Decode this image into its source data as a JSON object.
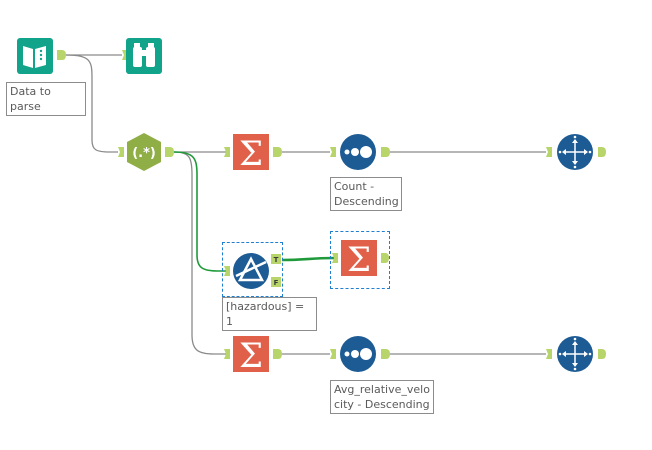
{
  "colors": {
    "input_teal": "#12a38b",
    "browse_teal": "#12a38b",
    "regex_olive": "#8fae46",
    "summarize_orange": "#e0604a",
    "sort_blue": "#1d5b94",
    "filter_blue": "#1d5b94",
    "anchor_green": "#b7d56a",
    "connection_gray": "#8a8a8a",
    "connection_selected": "#1f9a3a"
  },
  "nodes": [
    {
      "id": "input",
      "tool": "input-data",
      "icon": "book-icon",
      "label": "Data to parse"
    },
    {
      "id": "browse1",
      "tool": "browse",
      "icon": "binoculars-icon",
      "label": ""
    },
    {
      "id": "regex",
      "tool": "regex",
      "icon": "regex-icon",
      "glyph": "(.*)",
      "label": ""
    },
    {
      "id": "summ1",
      "tool": "summarize",
      "icon": "sigma-icon",
      "glyph": "Σ",
      "label": ""
    },
    {
      "id": "sort1",
      "tool": "sort",
      "icon": "sort-dots-icon",
      "label": "Count - Descending"
    },
    {
      "id": "out1",
      "tool": "output",
      "icon": "move-arrows-icon",
      "label": ""
    },
    {
      "id": "filter",
      "tool": "filter",
      "icon": "filter-icon",
      "label": "[hazardous] = 1",
      "anchors": {
        "true": "T",
        "false": "F"
      }
    },
    {
      "id": "summ2",
      "tool": "summarize",
      "icon": "sigma-icon",
      "glyph": "Σ",
      "label": ""
    },
    {
      "id": "summ3",
      "tool": "summarize",
      "icon": "sigma-icon",
      "glyph": "Σ",
      "label": ""
    },
    {
      "id": "sort2",
      "tool": "sort",
      "icon": "sort-dots-icon",
      "label": "Avg_relative_velocity - Descending"
    },
    {
      "id": "out2",
      "tool": "output",
      "icon": "move-arrows-icon",
      "label": ""
    }
  ],
  "labels": {
    "input": "Data to parse",
    "sort1": "Count - Descending",
    "filter": "[hazardous] = 1",
    "sort2": "Avg_relative_velocity - Descending"
  },
  "glyphs": {
    "regex": "(.*)",
    "sigma": "Σ",
    "true_anchor": "T",
    "false_anchor": "F"
  },
  "connections": [
    {
      "from": "input",
      "to": "browse1",
      "selected": false
    },
    {
      "from": "input",
      "to": "regex",
      "selected": false
    },
    {
      "from": "regex",
      "to": "summ1",
      "selected": false
    },
    {
      "from": "regex",
      "to": "filter",
      "selected": true
    },
    {
      "from": "regex",
      "to": "summ3",
      "selected": false
    },
    {
      "from": "summ1",
      "to": "sort1",
      "selected": false
    },
    {
      "from": "sort1",
      "to": "out1",
      "selected": false
    },
    {
      "from": "filter",
      "to": "summ2",
      "anchor": "T",
      "selected": true
    },
    {
      "from": "summ3",
      "to": "sort2",
      "selected": false
    },
    {
      "from": "sort2",
      "to": "out2",
      "selected": false
    }
  ]
}
